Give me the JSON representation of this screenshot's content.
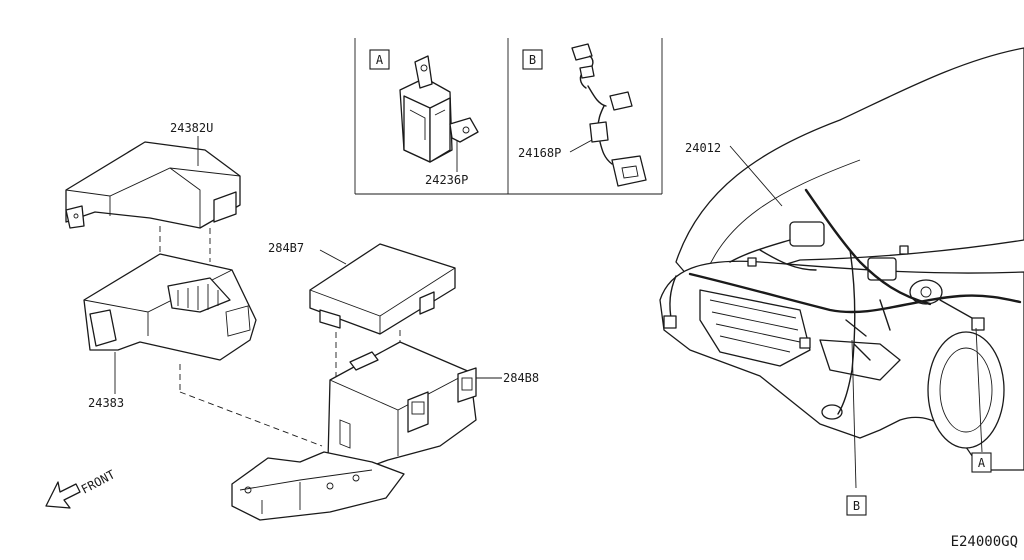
{
  "diagram": {
    "parts": {
      "fuse_box_cover": "24382U",
      "fuse_box_body": "24383",
      "relay_box_cover": "284B7",
      "relay_box_body": "284B8",
      "engine_room_harness": "24012",
      "bracket": "24236P",
      "sub_harness": "24168P"
    },
    "inset_a": {
      "tag": "A"
    },
    "inset_b": {
      "tag": "B"
    },
    "callouts": {
      "a": "A",
      "b": "B"
    },
    "front_label": "FRONT",
    "drawing_code": "E24000GQ"
  },
  "colors": {
    "line": "#1a1a1a",
    "background": "#ffffff"
  }
}
